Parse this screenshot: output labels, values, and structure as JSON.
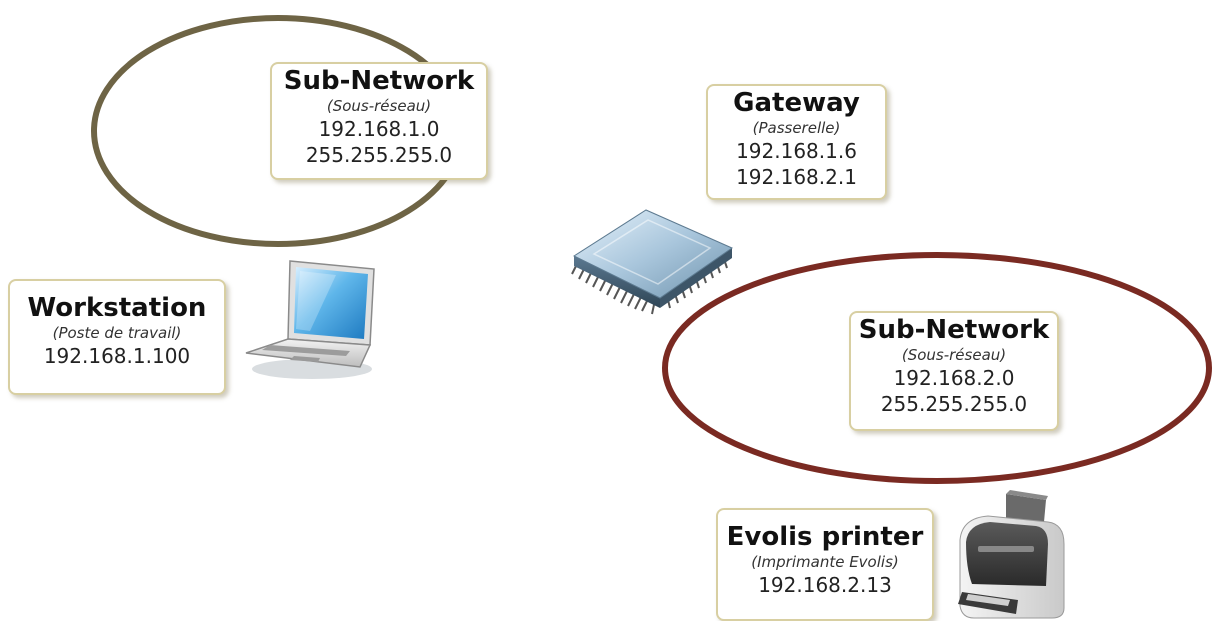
{
  "colors": {
    "subnet1_ellipse": "#6e6445",
    "subnet2_ellipse": "#7a2a22",
    "box_border": "#d8cfa2"
  },
  "subnet1": {
    "title": "Sub-Network",
    "subtitle": "(Sous-réseau)",
    "address": "192.168.1.0",
    "mask": "255.255.255.0"
  },
  "gateway": {
    "title": "Gateway",
    "subtitle": "(Passerelle)",
    "ip1": "192.168.1.6",
    "ip2": "192.168.2.1",
    "icon": "chip-icon"
  },
  "workstation": {
    "title": "Workstation",
    "subtitle": "(Poste de travail)",
    "ip": "192.168.1.100",
    "icon": "laptop-icon"
  },
  "subnet2": {
    "title": "Sub-Network",
    "subtitle": "(Sous-réseau)",
    "address": "192.168.2.0",
    "mask": "255.255.255.0"
  },
  "printer": {
    "title": "Evolis printer",
    "subtitle": "(Imprimante Evolis)",
    "ip": "192.168.2.13",
    "icon": "card-printer-icon"
  }
}
